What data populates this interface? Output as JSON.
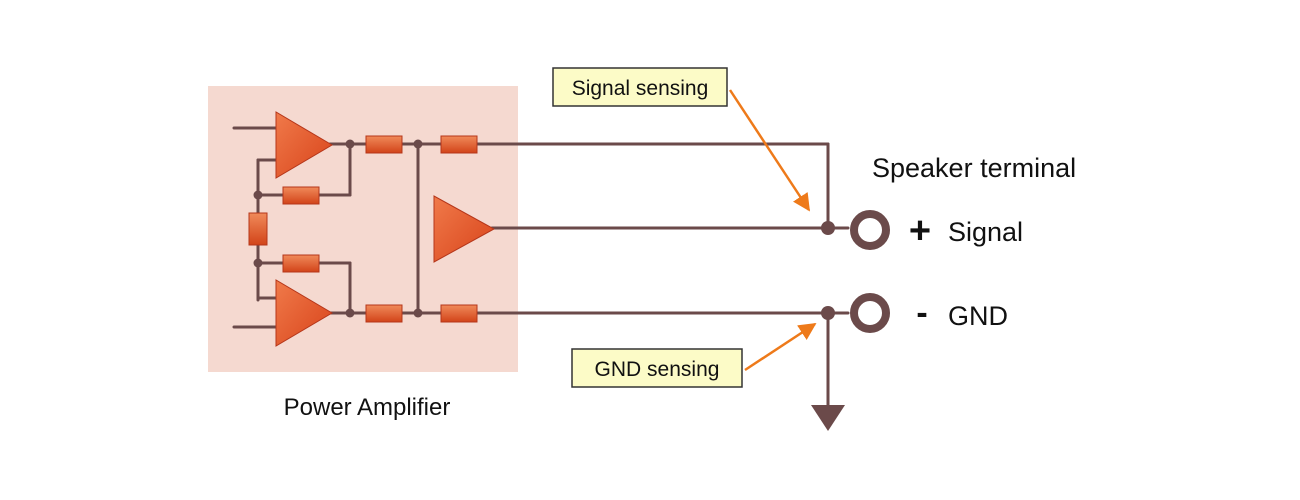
{
  "labels": {
    "speaker_terminal": "Speaker terminal",
    "plus_symbol": "+",
    "signal": "Signal",
    "minus_symbol": "-",
    "gnd": "GND",
    "signal_sensing": "Signal sensing",
    "gnd_sensing": "GND sensing",
    "power_amplifier": "Power Amplifier"
  },
  "colors": {
    "amp_block_bg": "#f5d9d0",
    "amp_fill": "#e4521f",
    "resistor_fill": "#e4521f",
    "wire": "#6b4a4a",
    "callout_fill": "#fcfbc7",
    "callout_border": "#333333",
    "arrow": "#ee7a1a",
    "terminal": "#6b4a4a"
  }
}
